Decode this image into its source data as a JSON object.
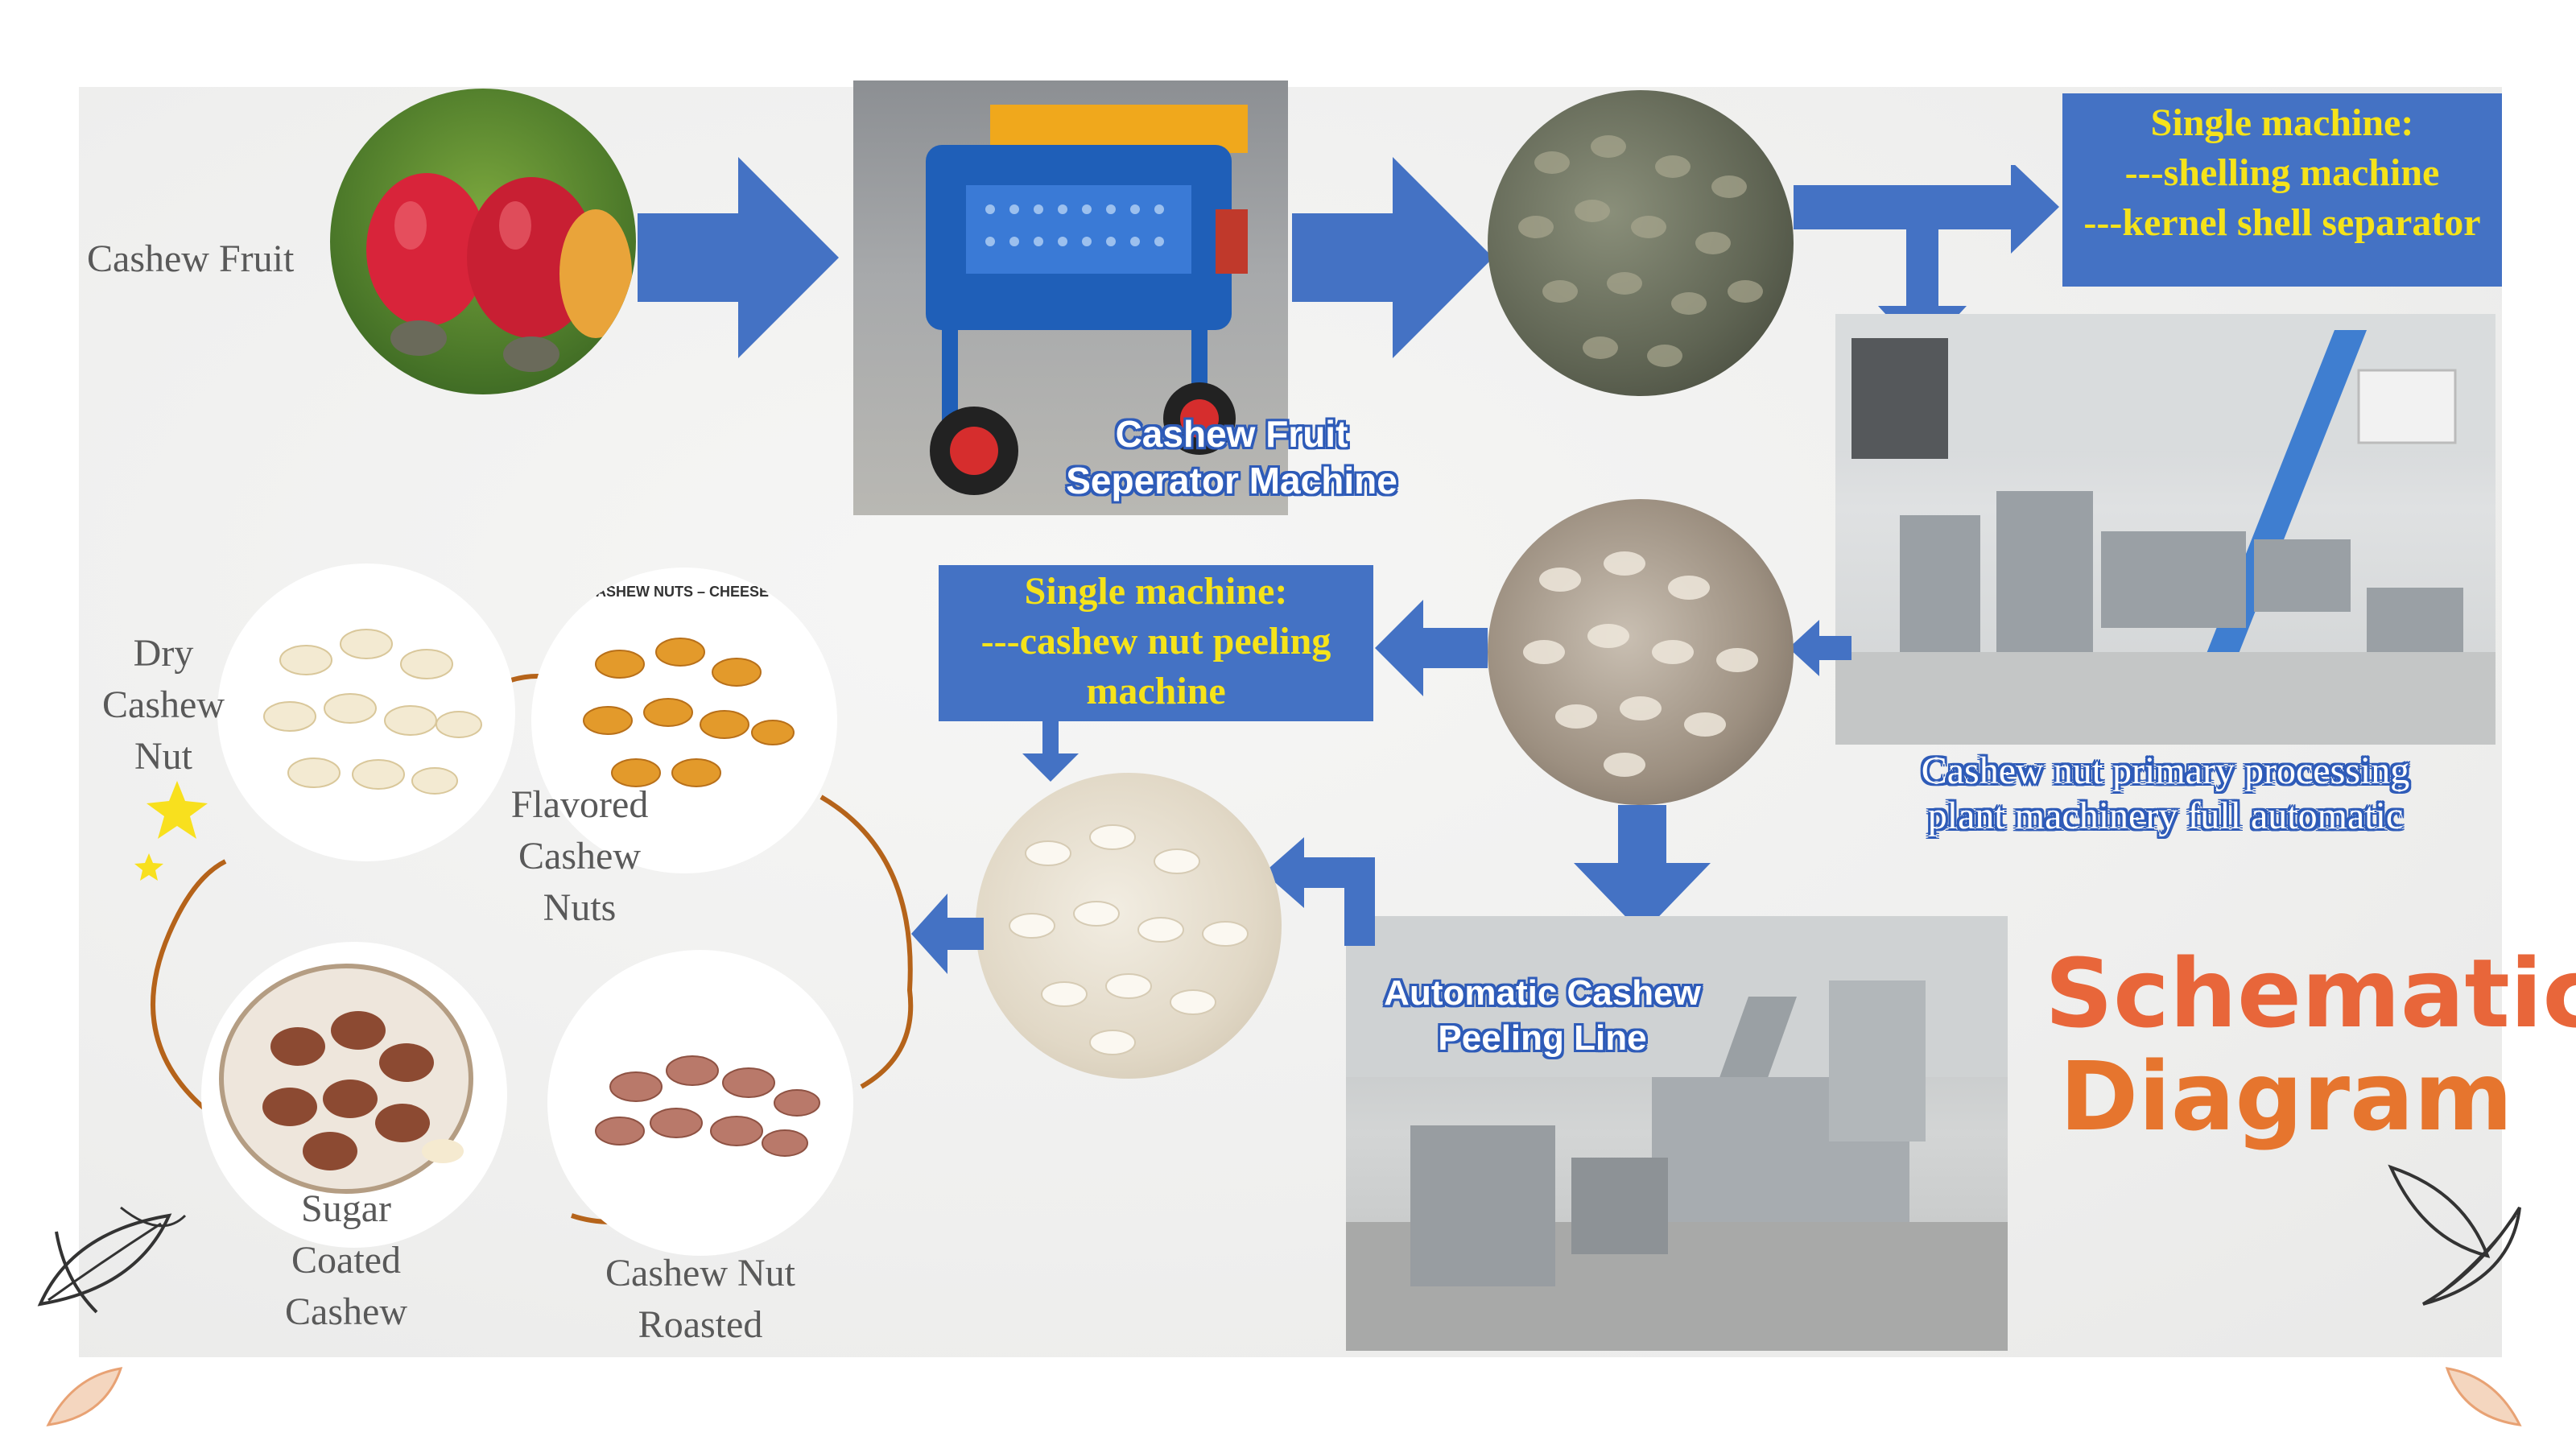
{
  "diagram": {
    "title_line1": "Schematic",
    "title_line2": "Diagram",
    "nodes": {
      "cashew_fruit": {
        "label": "Cashew Fruit"
      },
      "separator_machine": {
        "label_line1": "Cashew Fruit",
        "label_line2": "Seperator Machine"
      },
      "raw_nuts": {
        "label": ""
      },
      "shelling_box": {
        "line1": "Single machine:",
        "line2": "---shelling machine",
        "line3": "---kernel shell separator"
      },
      "primary_plant": {
        "label_line1": "Cashew nut primary processing",
        "label_line2": "plant machinery full automatic"
      },
      "shelled_kernels": {
        "label": ""
      },
      "peeling_box": {
        "line1": "Single machine:",
        "line2": "---cashew nut peeling",
        "line3": "machine"
      },
      "peeling_line": {
        "label_line1": "Automatic Cashew",
        "label_line2": "Peeling Line"
      },
      "white_kernels": {
        "label": ""
      },
      "products": {
        "dry": {
          "line1": "Dry",
          "line2": "Cashew",
          "line3": "Nut"
        },
        "flavored": {
          "line1": "Flavored",
          "line2": "Cashew",
          "line3": "Nuts",
          "package_text": "ASHEW NUTS – CHEESE"
        },
        "sugar": {
          "line1": "Sugar",
          "line2": "Coated",
          "line3": "Cashew"
        },
        "roasted": {
          "line1": "Cashew Nut",
          "line2": "Roasted"
        }
      }
    },
    "colors": {
      "arrow_blue": "#4472c4",
      "box_text_yellow": "#f5e31a",
      "title_orange": "#e8663a",
      "connector_brown": "#b5631a"
    }
  }
}
